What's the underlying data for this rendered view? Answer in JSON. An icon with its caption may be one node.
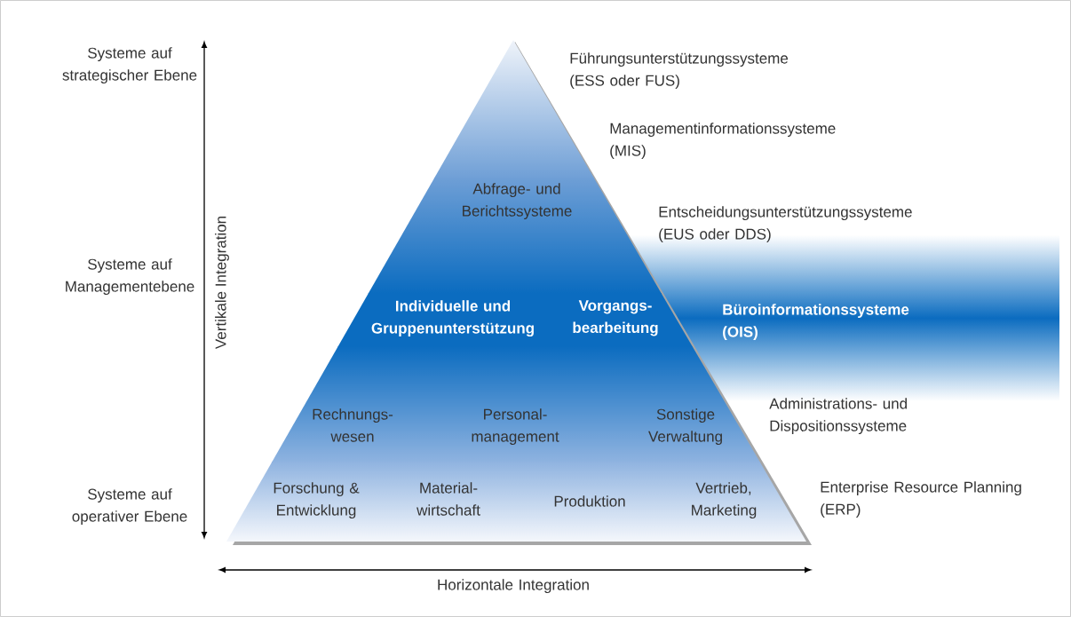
{
  "diagram": {
    "labels": [
      "Systeme auf strategischer Ebene",
      "Führungsunterstützungssysteme (ESS oder FUS)",
      "Managementinformationssysteme (MIS)",
      "Abfrage- und Berichtssysteme",
      "Entscheidungsunterstützungssysteme (EUS oder DDS)",
      "Vertikale Integration",
      "Systeme auf Managementebene",
      "Individuelle und Gruppenunterstützung",
      "Vorgangs- bearbeitung",
      "Büroinformationssysteme (OIS)",
      "Rechnungs- wesen",
      "Personal- management",
      "Sonstige Verwaltung",
      "Administrations- und Dispositionssysteme",
      "Systeme auf operativer Ebene",
      "Forschung & Entwicklung",
      "Material- wirtschaft",
      "Produktion",
      "Vertrieb, Marketing",
      "Enterprise Resource Planning (ERP)",
      "Horizontale Integration"
    ]
  }
}
